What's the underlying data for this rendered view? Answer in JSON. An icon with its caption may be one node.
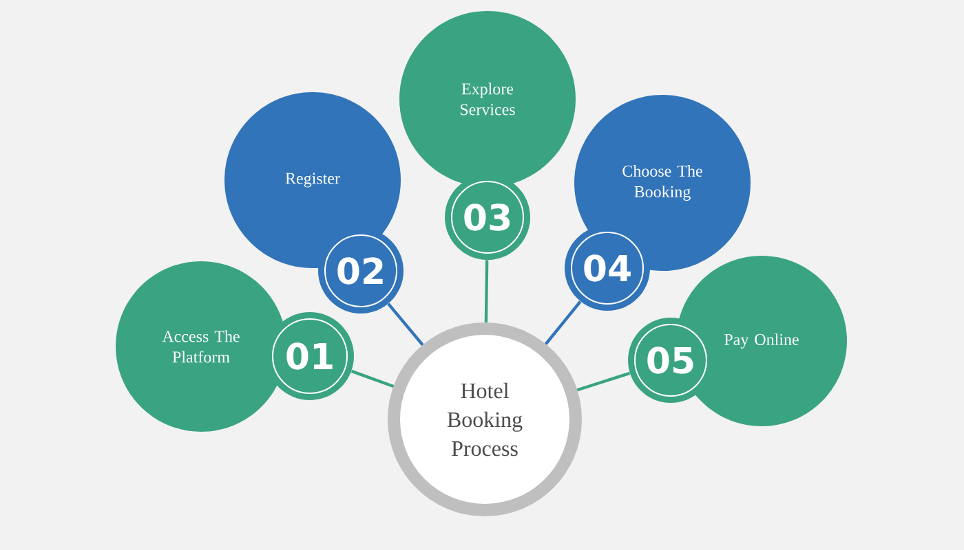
{
  "diagram": {
    "nodes": [
      {
        "text": [
          "Hotel Booking Process"
        ]
      },
      {
        "text": [
          "Access The Platform"
        ]
      },
      {
        "text": [
          "Register"
        ]
      },
      {
        "text": [
          "Explore Services"
        ]
      },
      {
        "text": [
          "Choose The Booking"
        ]
      },
      {
        "text": [
          "Pay Online"
        ]
      },
      {
        "text": [
          "01"
        ]
      },
      {
        "text": [
          "02"
        ]
      },
      {
        "text": [
          "03"
        ]
      },
      {
        "text": [
          "04"
        ]
      },
      {
        "text": [
          "05"
        ]
      }
    ],
    "edges": [
      {
        "from": 6,
        "to": 0,
        "arrow": "none"
      },
      {
        "from": 7,
        "to": 0,
        "arrow": "none",
        "color": "#3274b9"
      },
      {
        "from": 8,
        "to": 0,
        "arrow": "none"
      },
      {
        "from": 9,
        "to": 0,
        "arrow": "none",
        "color": "#3274b9"
      },
      {
        "from": 10,
        "to": 0,
        "arrow": "none"
      }
    ]
  }
}
